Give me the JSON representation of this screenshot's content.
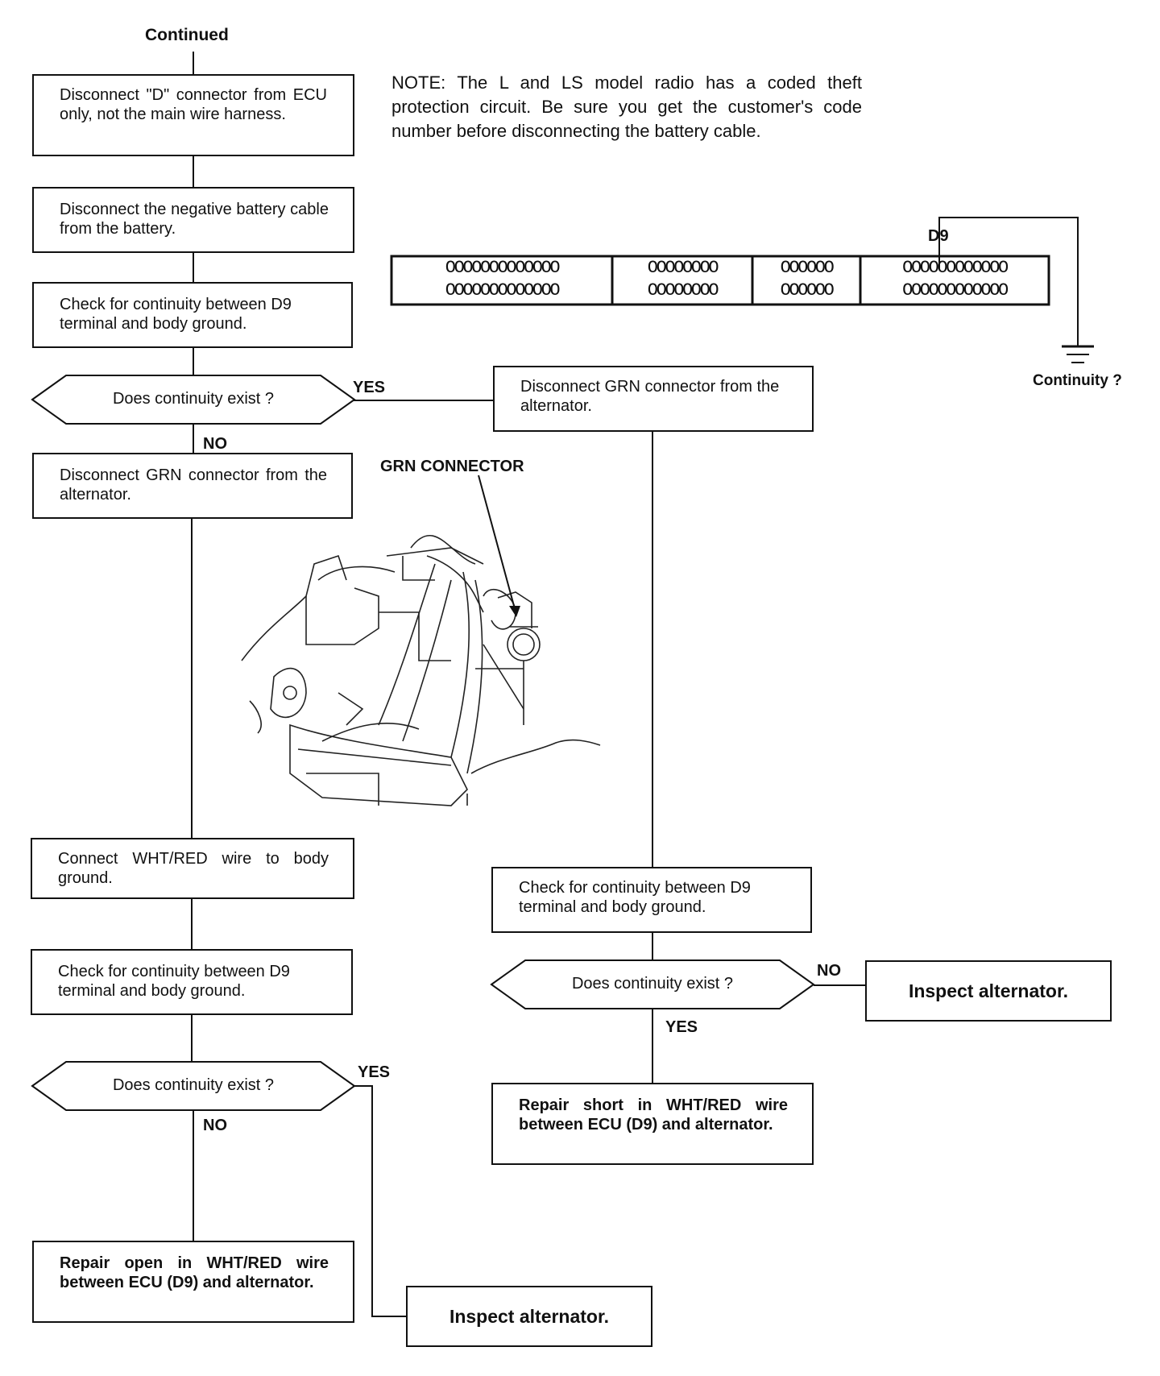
{
  "header": {
    "continued": "Continued"
  },
  "note": "NOTE:  The L and LS model radio has a coded theft protection circuit. Be sure you get the customer's code number before disconnecting the battery cable.",
  "left_flow": {
    "step1": "Disconnect \"D\" connector from ECU only, not the main wire harness.",
    "step2": "Disconnect the negative battery cable from the battery.",
    "step3": "Check for continuity between D9 terminal and body ground.",
    "decision1": "Does continuity exist ?",
    "step4": "Disconnect GRN connector from the alternator.",
    "step5": "Connect WHT/RED wire to body ground.",
    "step6": "Check for continuity between D9 terminal and body ground.",
    "decision2": "Does continuity exist ?",
    "repair_open": "Repair open in WHT/RED wire between ECU (D9) and alternator.",
    "inspect": "Inspect alternator."
  },
  "right_flow": {
    "step1": "Disconnect GRN connector from the alternator.",
    "step2": "Check for continuity between D9 terminal and body ground.",
    "decision": "Does continuity exist ?",
    "inspect": "Inspect alternator.",
    "repair_short": "Repair short in WHT/RED wire between ECU (D9) and alternator."
  },
  "labels": {
    "yes": "YES",
    "no": "NO",
    "grn_connector": "GRN CONNECTOR"
  },
  "connector": {
    "terminal_label": "D9",
    "continuity": "Continuity ?",
    "sections": [
      {
        "top": "OOOOOOOOOOOOO",
        "bottom": "OOOOOOOOOOOOO"
      },
      {
        "top": "OOOOOOOO",
        "bottom": "OOOOOOOO"
      },
      {
        "top": "OOOOOO",
        "bottom": "OOOOOO"
      },
      {
        "top": "OOOOOOOOOOOO",
        "bottom": "OOOOOOOOOOOO"
      }
    ]
  }
}
